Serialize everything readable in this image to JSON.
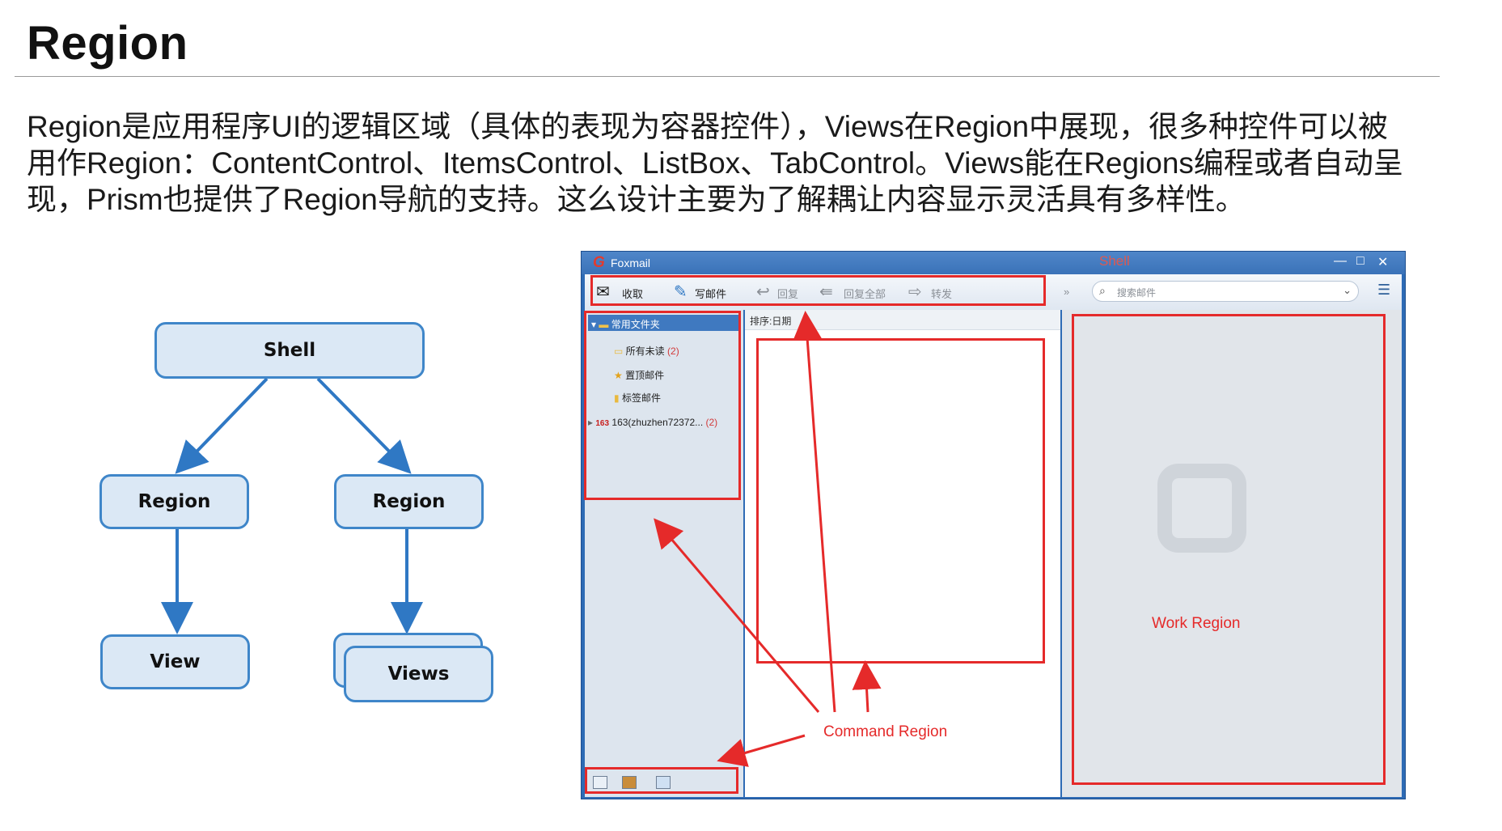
{
  "slide": {
    "title": "Region",
    "paragraph": "Region是应用程序UI的逻辑区域（具体的表现为容器控件），Views在Region中展现，很多种控件可以被用作Region：ContentControl、ItemsControl、ListBox、TabControl。Views能在Regions编程或者自动呈现，Prism也提供了Region导航的支持。这么设计主要为了解耦让内容显示灵活具有多样性。"
  },
  "diagram": {
    "shell": "Shell",
    "region_left": "Region",
    "region_right": "Region",
    "view": "View",
    "views": "Views"
  },
  "foxmail": {
    "app_name": "Foxmail",
    "shell_label": "Shell",
    "toolbar": {
      "receive": "收取",
      "compose": "写邮件",
      "reply": "回复",
      "reply_all": "回复全部",
      "forward": "转发",
      "more": "»",
      "search_placeholder": "搜索邮件"
    },
    "folders": {
      "group": "常用文件夹",
      "unread": "所有未读",
      "unread_count": "(2)",
      "pinned": "置顶邮件",
      "tagged": "标签邮件",
      "account_badge": "163",
      "account": "163(zhuzhen72372...",
      "account_count": "(2)"
    },
    "list_header": "排序:日期",
    "work_region": "Work Region",
    "command_region": "Command Region"
  },
  "colors": {
    "annotation_red": "#e52a2a",
    "diagram_blue": "#3f86c9",
    "box_fill": "#dbe8f5",
    "window_blue": "#2e6bb5"
  }
}
